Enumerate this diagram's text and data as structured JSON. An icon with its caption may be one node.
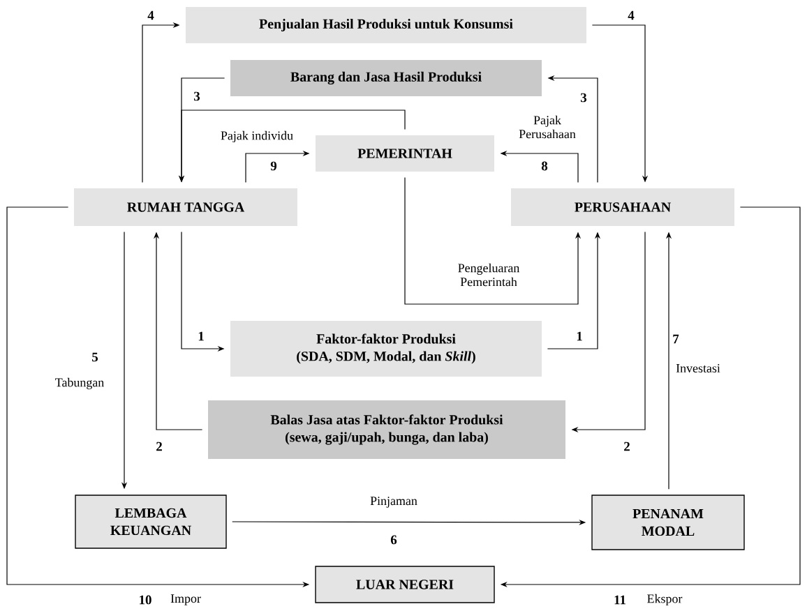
{
  "diagram": {
    "nodes": [
      {
        "text": [
          "Penjualan Hasil Produksi untuk Konsumsi"
        ]
      },
      {
        "text": [
          "Barang dan Jasa Hasil Produksi"
        ]
      },
      {
        "text": [
          "PEMERINTAH"
        ]
      },
      {
        "text": [
          "RUMAH TANGGA"
        ]
      },
      {
        "text": [
          "PERUSAHAAN"
        ]
      },
      {
        "text": [
          "Faktor-faktor Produksi",
          "(SDA, SDM, Modal, dan *Skill*)"
        ]
      },
      {
        "text": [
          "Balas Jasa atas Faktor-faktor Produksi",
          "(sewa, gaji/upah, bunga, dan laba)"
        ]
      },
      {
        "text": [
          "LEMBAGA KEUANGAN"
        ]
      },
      {
        "text": [
          "PENANAM MODAL"
        ]
      },
      {
        "text": [
          "LUAR NEGERI"
        ]
      }
    ],
    "edges": [
      {
        "from": 3,
        "to": 0,
        "arrow": "to",
        "label": "4"
      },
      {
        "from": 0,
        "to": 4,
        "arrow": "to",
        "label": "4"
      },
      {
        "from": 4,
        "to": 1,
        "arrow": "to",
        "label": "3"
      },
      {
        "from": 1,
        "to": 3,
        "arrow": "to",
        "label": "3"
      },
      {
        "from": 2,
        "to": 3,
        "arrow": "to"
      },
      {
        "from": 3,
        "to": 2,
        "arrow": "to",
        "label": "9"
      },
      {
        "from": 4,
        "to": 2,
        "arrow": "to",
        "label": "8"
      },
      {
        "from": 2,
        "to": 4,
        "arrow": "to"
      },
      {
        "from": 3,
        "to": 5,
        "arrow": "to",
        "label": "1"
      },
      {
        "from": 5,
        "to": 4,
        "arrow": "to",
        "label": "1"
      },
      {
        "from": 4,
        "to": 6,
        "arrow": "to",
        "label": "2"
      },
      {
        "from": 6,
        "to": 3,
        "arrow": "to",
        "label": "2"
      },
      {
        "from": 3,
        "to": 7,
        "arrow": "to",
        "label": "5"
      },
      {
        "from": 7,
        "to": 8,
        "arrow": "to",
        "label": "6"
      },
      {
        "from": 8,
        "to": 4,
        "arrow": "to",
        "label": "7"
      },
      {
        "from": 3,
        "to": 9,
        "arrow": "to",
        "label": "10"
      },
      {
        "from": 4,
        "to": 9,
        "arrow": "to",
        "label": "11"
      }
    ],
    "labels": [
      "Pajak individu",
      "Pajak Perusahaan",
      "Pengeluaran Pemerintah",
      "Tabungan",
      "Investasi",
      "Pinjaman",
      "Impor",
      "Ekspor"
    ]
  }
}
